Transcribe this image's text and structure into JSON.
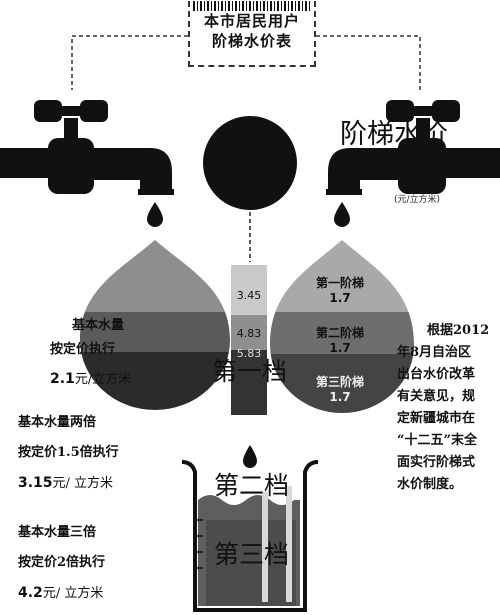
{
  "title": {
    "line1": "本市居民用户",
    "line2": "阶梯水价表"
  },
  "heading": "阶梯水价",
  "unit": "(元/立方米)",
  "bar_values": [
    "3.45",
    "4.83",
    "5.83"
  ],
  "right_drop": [
    {
      "name": "第一阶梯",
      "value": "1.7"
    },
    {
      "name": "第二阶梯",
      "value": "1.7"
    },
    {
      "name": "第三阶梯",
      "value": "1.7"
    }
  ],
  "tiers": [
    "第一档",
    "第二档",
    "第三档"
  ],
  "left_info": [
    {
      "line1": "基本水量",
      "line2": "按定价执行",
      "price": "2.1",
      "unit": "元/立方米"
    },
    {
      "line1": "基本水量两倍",
      "line2": "按定价1.5倍执行",
      "price": "3.15",
      "unit": "元/ 立方米"
    },
    {
      "line1": "基本水量三倍",
      "line2": "按定价2倍执行",
      "price": "4.2",
      "unit": "元/ 立方米"
    }
  ],
  "note_lines": [
    "根据2012",
    "年8月自治区",
    "出台水价改革",
    "有关意见，规",
    "定新疆城市在",
    "“十二五”末全",
    "面实行阶梯式",
    "水价制度。"
  ],
  "colors": {
    "dark": "#1a1a1a",
    "mid": "#555555",
    "light": "#8a8a8a",
    "pale": "#b5b5b5"
  }
}
